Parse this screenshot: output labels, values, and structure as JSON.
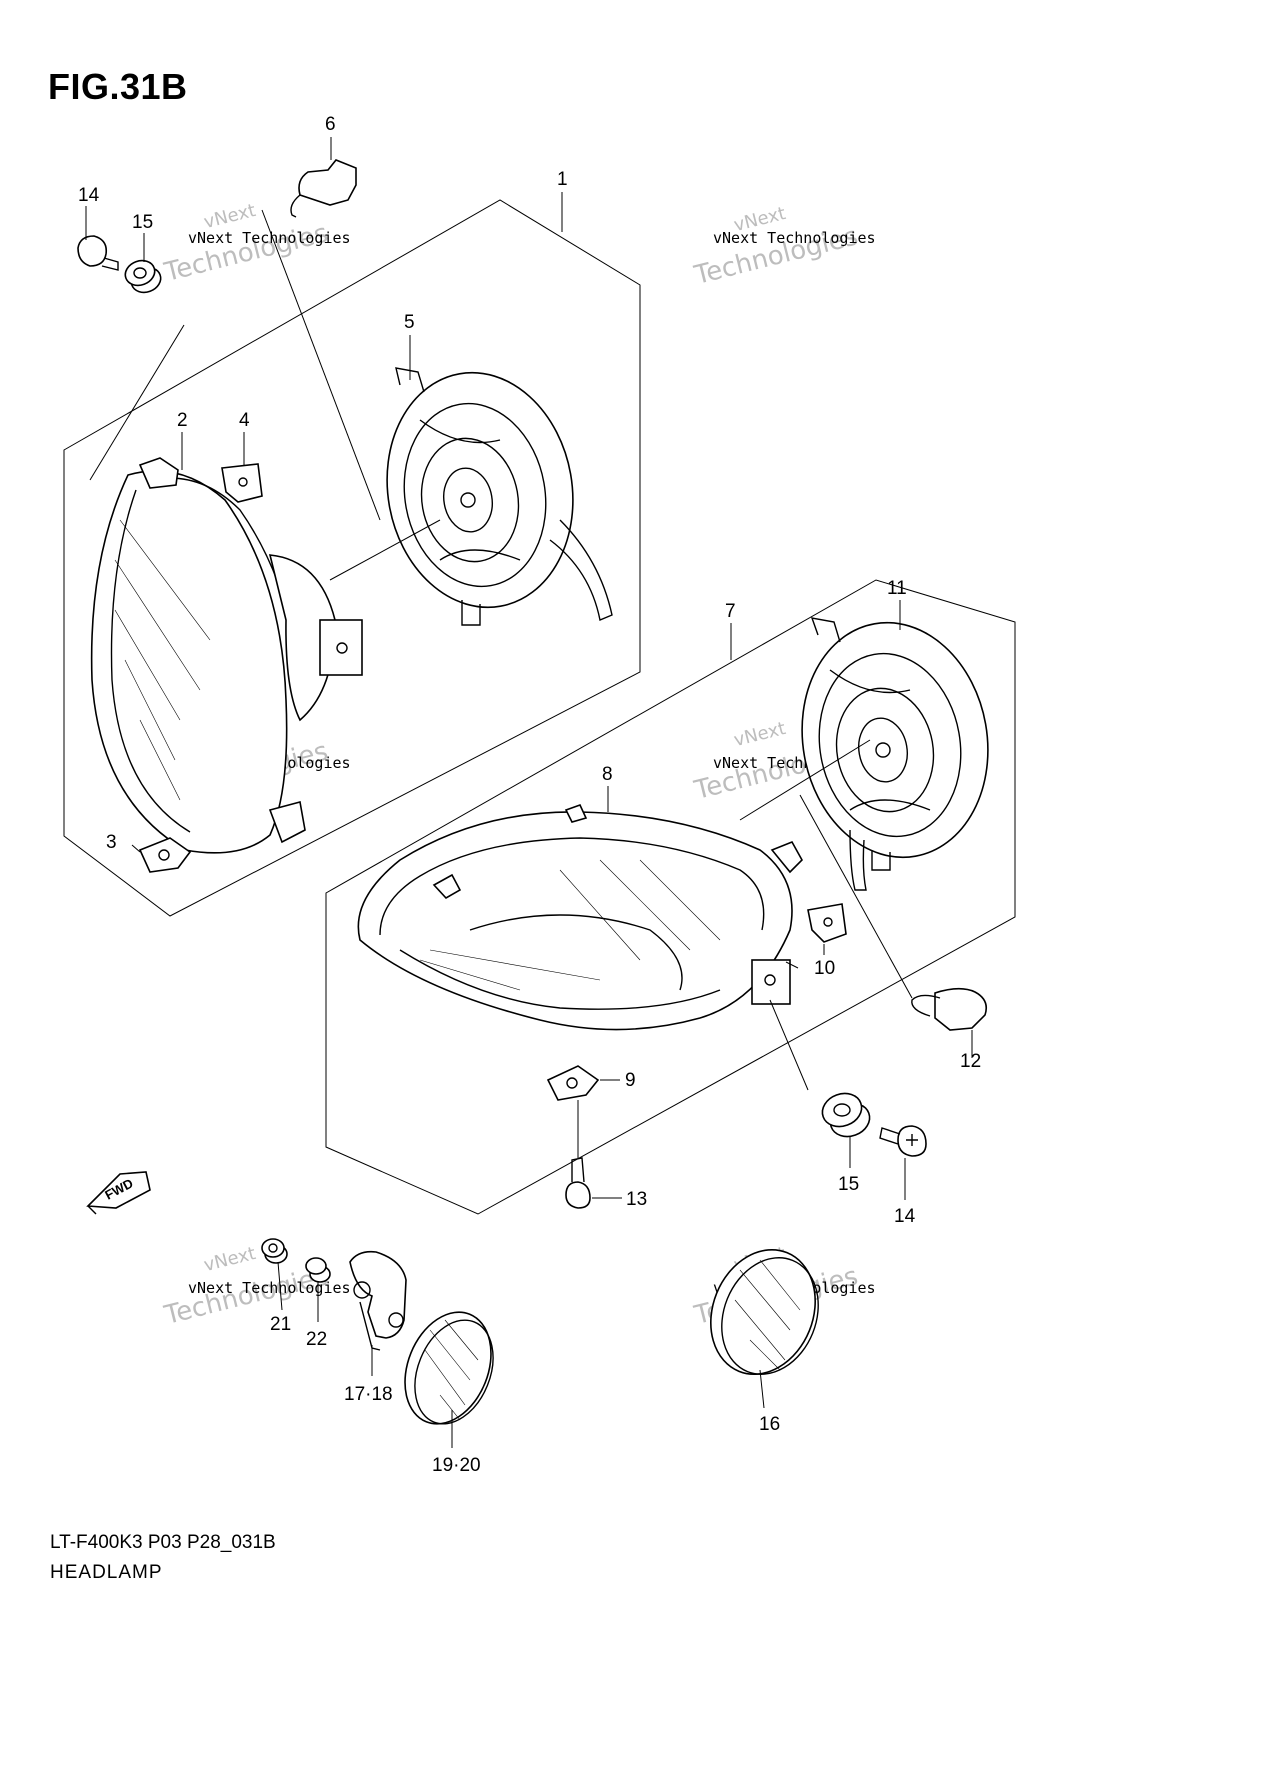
{
  "figure": {
    "title": "FIG.31B"
  },
  "footer": {
    "model_code": "LT-F400K3 P03 P28_031B",
    "caption": "HEADLAMP"
  },
  "fwd_label": "FWD",
  "watermark": {
    "line1": "vNext Technologies",
    "line2": "vNext",
    "line3": "Technologies"
  },
  "callouts": {
    "c1": "1",
    "c2": "2",
    "c3": "3",
    "c4": "4",
    "c5": "5",
    "c6": "6",
    "c7": "7",
    "c8": "8",
    "c9": "9",
    "c10": "10",
    "c11": "11",
    "c12": "12",
    "c13": "13",
    "c14a": "14",
    "c14b": "14",
    "c15a": "15",
    "c15b": "15",
    "c16": "16",
    "c17_18": "17·18",
    "c19_20": "19·20",
    "c21": "21",
    "c22": "22"
  }
}
